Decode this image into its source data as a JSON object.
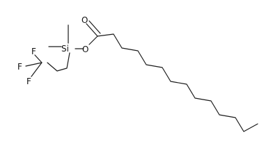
{
  "molecule": {
    "atoms": {
      "o_carbonyl": "O",
      "o_ester": "O",
      "si": "Si",
      "f_top": "F",
      "f_mid": "F",
      "f_bottom": "F"
    },
    "colors": {
      "bond": "#1a1a1a",
      "label": "#111111",
      "background": "#ffffff"
    }
  }
}
